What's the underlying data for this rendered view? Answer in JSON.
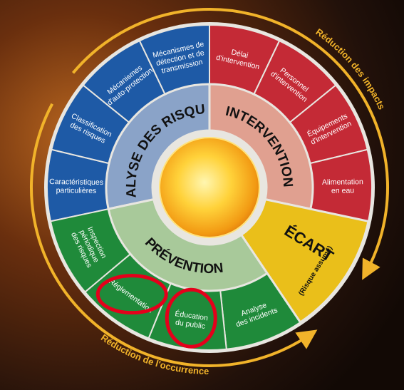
{
  "outer_arcs": {
    "top": "Réduction des impacts",
    "bottom": "Réduction de l'occurrence"
  },
  "ring_labels": {
    "analyse": "ANALYSE DES RISQUES",
    "intervention": "INTERVENTION",
    "prevention": "PRÉVENTION",
    "ecart": "ÉCART",
    "ecart_sub": "(Risque assumé)"
  },
  "segments": {
    "analyse": [
      [
        "Caractéristiques",
        "particulières"
      ],
      [
        "Classification",
        "des risques"
      ],
      [
        "Mécanismes",
        "d'auto-protection"
      ],
      [
        "Mécanismes de",
        "détection et de",
        "transmission"
      ]
    ],
    "intervention": [
      [
        "Délai",
        "d'intervention"
      ],
      [
        "Personnel",
        "d'intervention"
      ],
      [
        "Équipements",
        "d'intervention"
      ],
      [
        "Alimentation",
        "en eau"
      ]
    ],
    "prevention": [
      [
        "Analyse",
        "des incidents"
      ],
      [
        "Éducation",
        "du public"
      ],
      [
        "Réglementation"
      ],
      [
        "Inspection",
        "périodique",
        "des risques"
      ]
    ]
  },
  "highlighted": [
    "Éducation du public",
    "Réglementation"
  ],
  "colors": {
    "analyse_outer": "#1e5aa6",
    "analyse_inner": "#8aa3c8",
    "intervention_outer": "#c42a36",
    "intervention_inner": "#e0a090",
    "prevention_outer": "#1f8a3a",
    "prevention_inner": "#a8c99a",
    "ecart": "#eabf1a",
    "ring_outline": "#e8e6e0",
    "arrow": "#f1b32a",
    "highlight": "#e4001b"
  }
}
